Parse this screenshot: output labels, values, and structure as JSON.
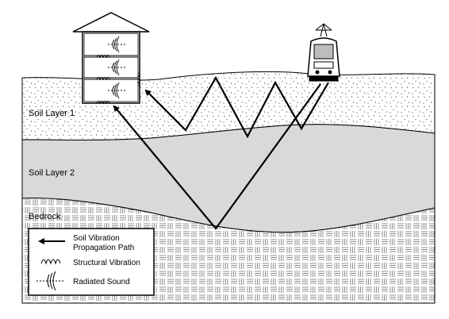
{
  "layers": {
    "soil_layer_1": "Soil Layer 1",
    "soil_layer_2": "Soil Layer 2",
    "bedrock": "Bedrock"
  },
  "legend": {
    "propagation_line1": "Soil Vibration",
    "propagation_line2": "Propagation Path",
    "structural": "Structural Vibration",
    "radiated": "Radiated Sound"
  },
  "colors": {
    "soil_layer_2_fill": "#d9d9d9",
    "line": "#000000",
    "background": "#ffffff"
  },
  "icons": {
    "legend_arrow": "arrow-left-icon",
    "legend_structural": "wave-coil-icon",
    "legend_radiated": "radiated-sound-icon"
  }
}
